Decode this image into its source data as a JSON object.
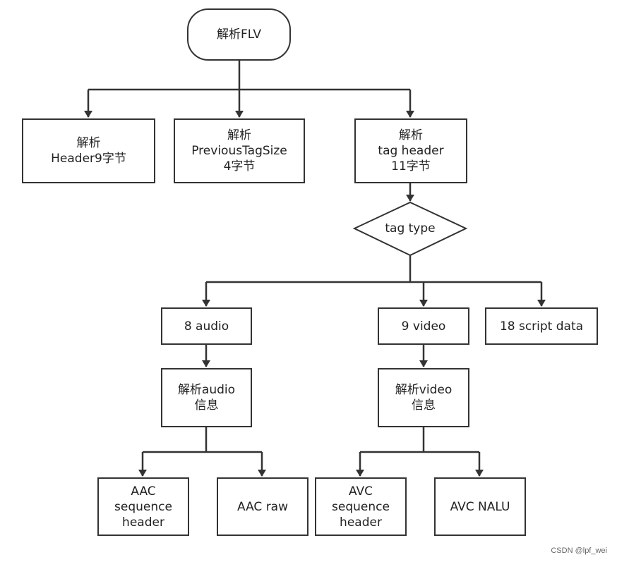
{
  "diagram": {
    "start": {
      "label": "解析FLV"
    },
    "header": {
      "lines": [
        "解析",
        "Header9字节"
      ]
    },
    "previous_tag_size": {
      "lines": [
        "解析",
        "PreviousTagSize",
        "4字节"
      ]
    },
    "tag_header": {
      "lines": [
        "解析",
        "tag header",
        "11字节"
      ]
    },
    "tag_type": {
      "label": "tag type"
    },
    "audio": {
      "label": "8 audio"
    },
    "video": {
      "label": "9 video"
    },
    "script": {
      "label": "18 script data"
    },
    "parse_audio": {
      "lines": [
        "解析audio",
        "信息"
      ]
    },
    "parse_video": {
      "lines": [
        "解析video",
        "信息"
      ]
    },
    "aac_seq": {
      "lines": [
        "AAC",
        "sequence",
        "header"
      ]
    },
    "aac_raw": {
      "label": "AAC raw"
    },
    "avc_seq": {
      "lines": [
        "AVC",
        "sequence",
        "header"
      ]
    },
    "avc_nalu": {
      "label": "AVC NALU"
    }
  },
  "watermark": "CSDN @lpf_wei"
}
